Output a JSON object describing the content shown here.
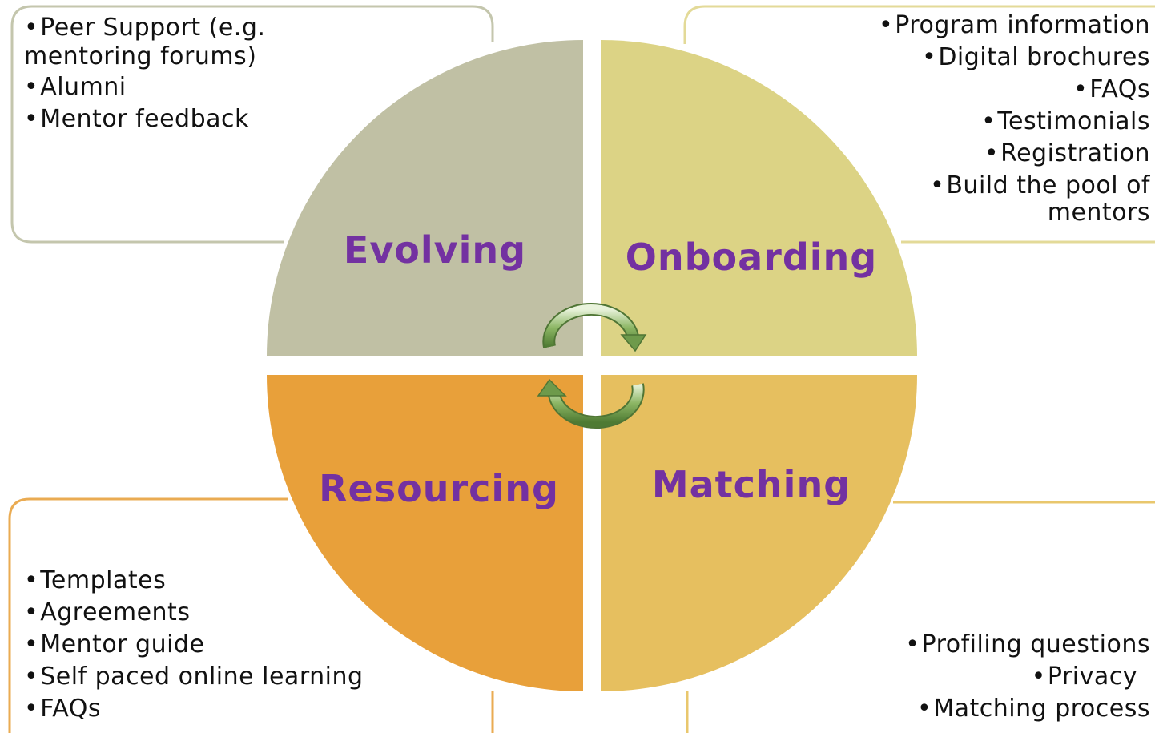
{
  "colors": {
    "evolving": "#c0c0a4",
    "onboarding": "#dcd385",
    "resourcing": "#e8a03a",
    "matching": "#e6bf5f",
    "label": "#7331a1",
    "box_evolving": "#c4c6ad",
    "box_onboarding": "#e3da98",
    "box_resourcing": "#eaab52",
    "box_matching": "#e9c76d",
    "arrow": "#86b15e"
  },
  "quadrants": {
    "evolving": "Evolving",
    "onboarding": "Onboarding",
    "resourcing": "Resourcing",
    "matching": "Matching"
  },
  "lists": {
    "evolving": [
      "Peer Support (e.g. mentoring forums)",
      "Alumni",
      "Mentor feedback"
    ],
    "onboarding": [
      "Program information",
      "Digital brochures",
      "FAQs",
      "Testimonials",
      "Registration",
      "Build the pool of mentors"
    ],
    "resourcing": [
      "Templates",
      "Agreements",
      "Mentor guide",
      "Self paced online learning",
      "FAQs"
    ],
    "matching": [
      "Profiling questions",
      "Privacy",
      "Matching process"
    ]
  },
  "cycle_icon": "circular-arrows-icon"
}
